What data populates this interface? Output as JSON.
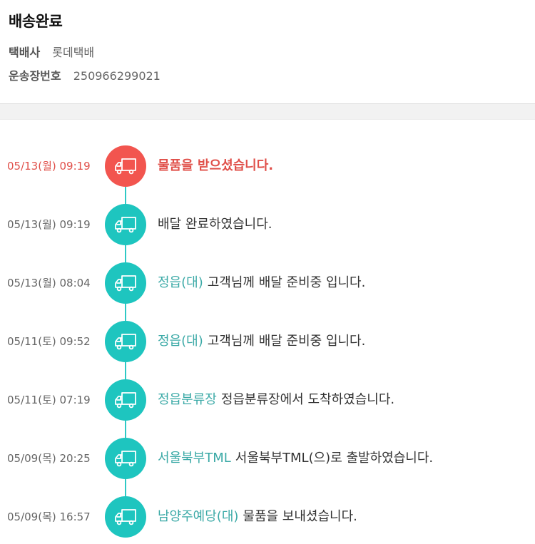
{
  "header": {
    "title": "배송완료",
    "courier_label": "택배사",
    "courier_value": "롯데택배",
    "tracking_label": "운송장번호",
    "tracking_value": "250966299021"
  },
  "icon": "truck-icon",
  "colors": {
    "accent": "#1ec5bf",
    "active": "#f2554f",
    "active_text": "#e0504a",
    "location": "#3aa9a6"
  },
  "events": [
    {
      "time": "05/13(월) 09:19",
      "location": "",
      "message": "물품을 받으셨습니다.",
      "active": true
    },
    {
      "time": "05/13(월) 09:19",
      "location": "",
      "message": "배달 완료하였습니다.",
      "active": false
    },
    {
      "time": "05/13(월) 08:04",
      "location": "정읍(대)",
      "message": "고객님께 배달 준비중 입니다.",
      "active": false
    },
    {
      "time": "05/11(토) 09:52",
      "location": "정읍(대)",
      "message": "고객님께 배달 준비중 입니다.",
      "active": false
    },
    {
      "time": "05/11(토) 07:19",
      "location": "정읍분류장",
      "message": "정읍분류장에서 도착하였습니다.",
      "active": false
    },
    {
      "time": "05/09(목) 20:25",
      "location": "서울북부TML",
      "message": "서울북부TML(으)로 출발하였습니다.",
      "active": false
    },
    {
      "time": "05/09(목) 16:57",
      "location": "남양주예당(대)",
      "message": "물품을 보내셨습니다.",
      "active": false
    }
  ]
}
